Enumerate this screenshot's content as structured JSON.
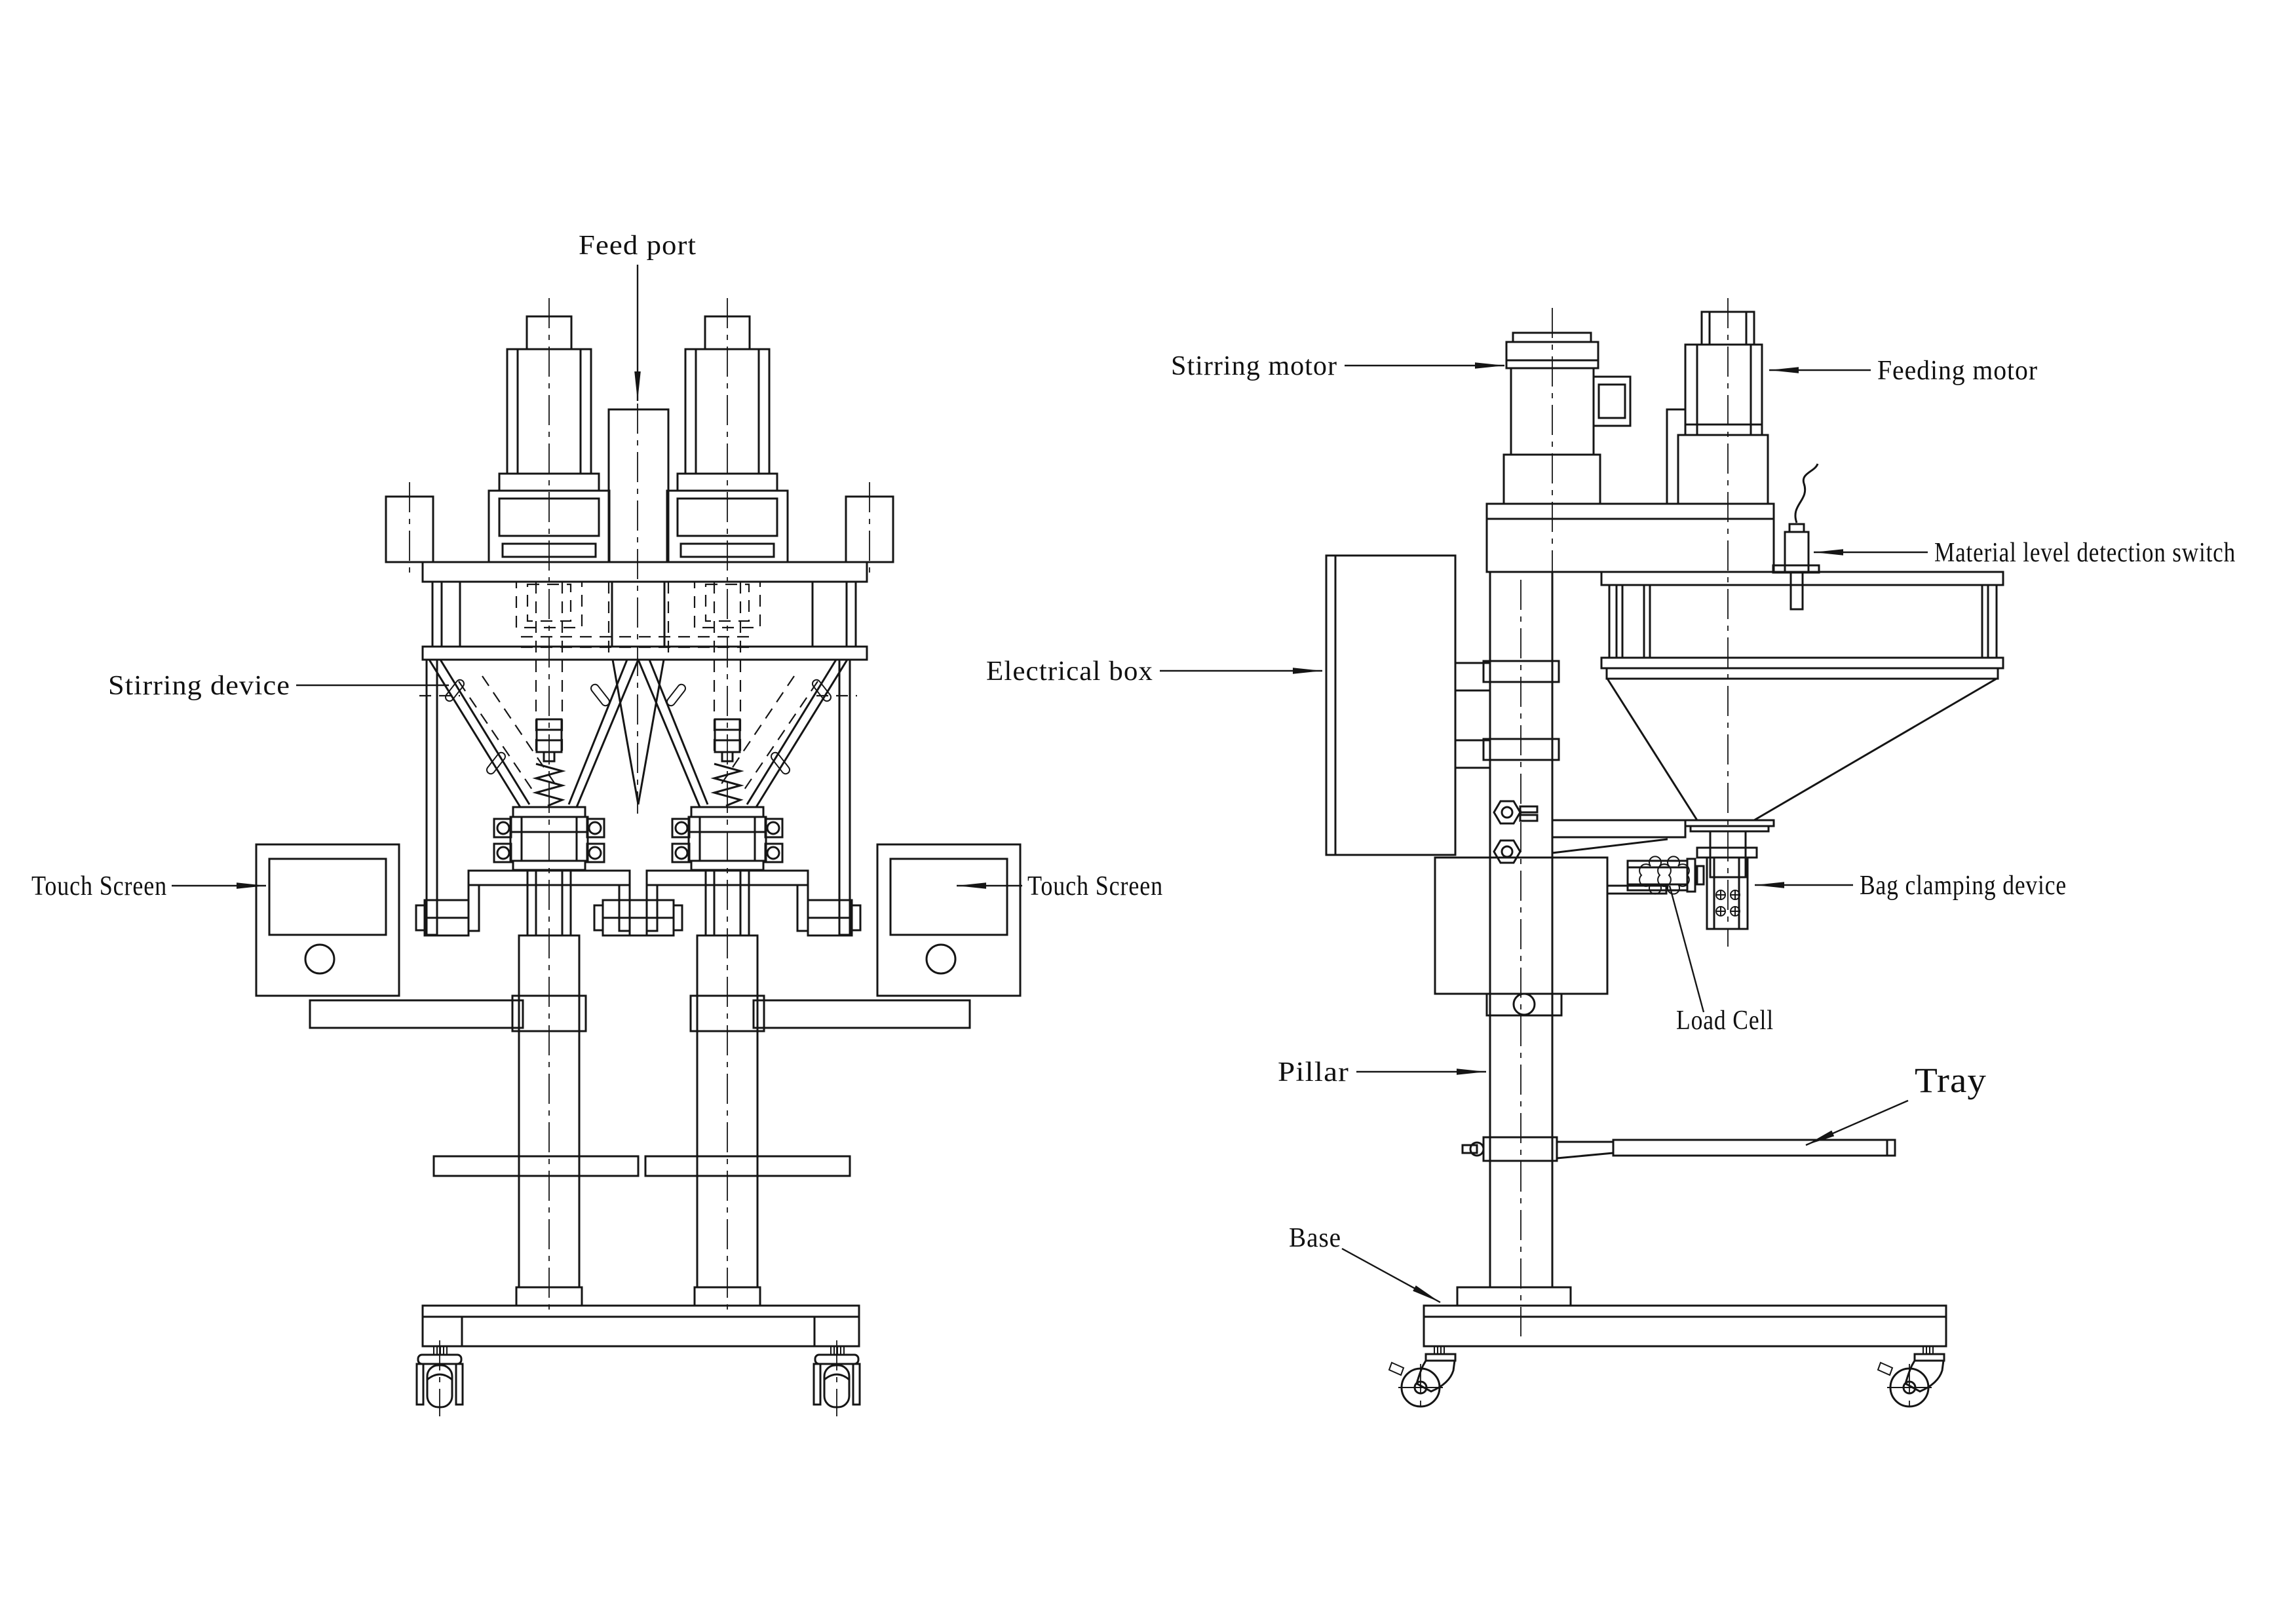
{
  "drawing": {
    "background_color": "#ffffff",
    "line_color": "#151515",
    "views": {
      "front_view_description": "Front view: dual filling heads",
      "side_view_description": "Side view: single head with hopper"
    }
  },
  "callouts": {
    "feed_port": {
      "text": "Feed port"
    },
    "stirring_device": {
      "text": "Stirring device"
    },
    "touch_screen_left": {
      "text": "Touch Screen"
    },
    "touch_screen_right": {
      "text": "Touch Screen"
    },
    "stirring_motor": {
      "text": "Stirring motor"
    },
    "feeding_motor": {
      "text": "Feeding motor"
    },
    "material_level_detection_switch": {
      "text": "Material level detection switch"
    },
    "electrical_box": {
      "text": "Electrical box"
    },
    "bag_clamping_device": {
      "text": "Bag clamping device"
    },
    "load_cell": {
      "text": "Load Cell"
    },
    "pillar": {
      "text": "Pillar"
    },
    "tray": {
      "text": "Tray"
    },
    "base": {
      "text": "Base"
    }
  }
}
